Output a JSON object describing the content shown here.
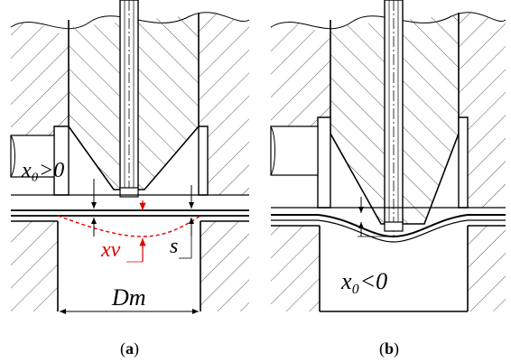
{
  "figure": {
    "panel_a": {
      "label_x0_gt_0": "x₀>0",
      "label_xv": "xv",
      "label_s": "s",
      "label_Dm": "Dm",
      "caption_open": "(",
      "caption_letter": "a",
      "caption_close": ")"
    },
    "panel_b": {
      "label_x0_lt_0": "x₀<0",
      "caption_open": "(",
      "caption_letter": "b",
      "caption_close": ")"
    },
    "colors": {
      "line": "#000000",
      "highlight": "#e00000"
    }
  }
}
